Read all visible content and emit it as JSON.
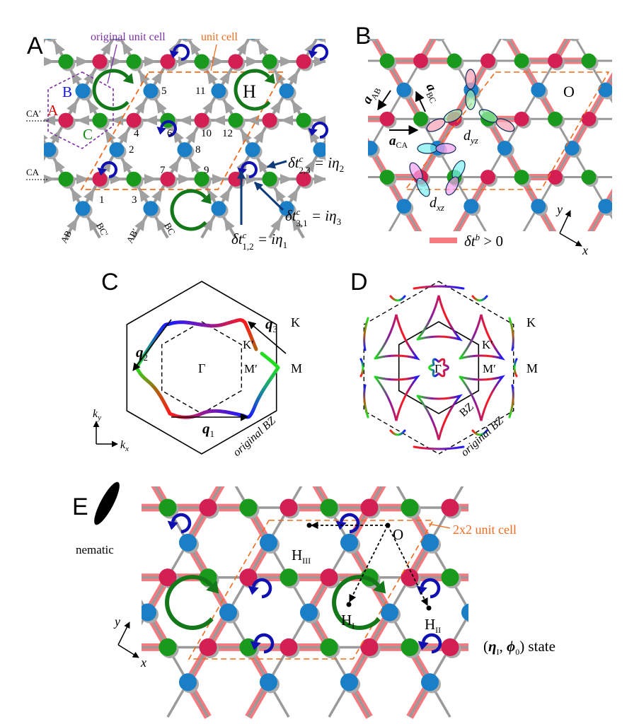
{
  "colors": {
    "site_A": "#d41f52",
    "site_B": "#1b7fc8",
    "site_C": "#199a1c",
    "bond": "#9a9a9a",
    "bond_order_positive": "#f47a80",
    "unit_cell": "#f26b1d",
    "original_unit_cell": "#7b2fa8",
    "loop_current_hexagon": "#13781a",
    "loop_current_triangle": "#1010b0",
    "hopping_arrow": "#0d3a78"
  },
  "panel_A": {
    "letter": "A",
    "original_unit_cell": "original unit cell",
    "unit_cell": "unit cell",
    "sublattice_B": "B",
    "sublattice_A": "A",
    "sublattice_C": "C",
    "chain_CA_prime": "CA′",
    "chain_CA": "CA",
    "chain_AB": "AB",
    "chain_BC_prime": "BC′",
    "chain_AB_prime": "AB′",
    "chain_BC": "BC",
    "hexagon_label": "H",
    "site_numbers": [
      "1",
      "2",
      "3",
      "4",
      "5",
      "6",
      "7",
      "8",
      "9",
      "10",
      "11",
      "12"
    ],
    "hoppings": [
      {
        "base": "δt",
        "sup": "c",
        "sub": "2,3",
        "rhs": " = iη",
        "rhs_sub": "2"
      },
      {
        "base": "δt",
        "sup": "c",
        "sub": "3,1",
        "rhs": " = iη",
        "rhs_sub": "3"
      },
      {
        "base": "δt",
        "sup": "c",
        "sub": "1,2",
        "rhs": " = iη",
        "rhs_sub": "1"
      }
    ]
  },
  "panel_B": {
    "letter": "B",
    "hexagon_label": "O",
    "vec_AB": {
      "base": "a",
      "sub": "AB"
    },
    "vec_BC": {
      "base": "a",
      "sub": "BC"
    },
    "vec_CA": {
      "base": "a",
      "sub": "CA"
    },
    "orbital_yz": {
      "base": "d",
      "sub": "yz"
    },
    "orbital_xz": {
      "base": "d",
      "sub": "xz"
    },
    "legend": {
      "base": "δt",
      "sup": "b",
      "rhs": " > 0"
    },
    "axis_x": "x",
    "axis_y": "y"
  },
  "panel_C": {
    "letter": "C",
    "q1": {
      "base": "q",
      "sub": "1"
    },
    "q2": {
      "base": "q",
      "sub": "2"
    },
    "q3": {
      "base": "q",
      "sub": "3"
    },
    "K": "K",
    "K_prime": "K′",
    "M": "M",
    "M_prime": "M′",
    "Gamma": "Γ",
    "original_bz": "original BZ",
    "axis_kx": {
      "base": "k",
      "sub": "x"
    },
    "axis_ky": {
      "base": "k",
      "sub": "y"
    }
  },
  "panel_D": {
    "letter": "D",
    "K": "K",
    "K_prime": "K′",
    "M": "M",
    "M_prime": "M′",
    "Gamma": "Γ",
    "bz": "BZ",
    "original_bz": "original BZ"
  },
  "panel_E": {
    "letter": "E",
    "nematic": "nematic",
    "unit_cell": "2x2 unit cell",
    "origin": "O",
    "H_I": {
      "base": "H",
      "sub": "I"
    },
    "H_II": {
      "base": "H",
      "sub": "II"
    },
    "H_III": {
      "base": "H",
      "sub": "III"
    },
    "state": {
      "open": "(",
      "eta": "η",
      "eta_sub": "I",
      "sep": ", ",
      "phi": "ϕ",
      "phi_sub": "0",
      "close": ") state"
    },
    "axis_x": "x",
    "axis_y": "y"
  }
}
